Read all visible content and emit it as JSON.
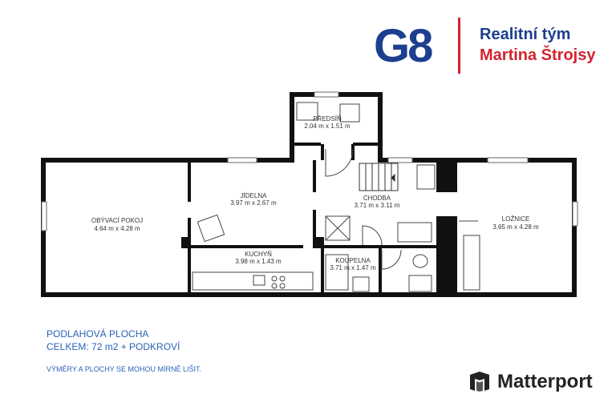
{
  "brand": {
    "logo_text": "G8",
    "team_line1": "Realitní tým",
    "team_line2": "Martina Štrojsy",
    "primary_color": "#1d3f8f",
    "accent_color": "#d3242f"
  },
  "rooms": [
    {
      "name": "PŘEDSÍŇ",
      "size": "2.04 m x 1.51 m"
    },
    {
      "name": "JÍDELNA",
      "size": "3.97 m x 2.67 m"
    },
    {
      "name": "CHODBA",
      "size": "3.71 m x 3.11 m"
    },
    {
      "name": "OBÝVACÍ POKOJ",
      "size": "4.64 m x 4.28 m"
    },
    {
      "name": "LOŽNICE",
      "size": "3.65 m x 4.28 m"
    },
    {
      "name": "KUCHYŇ",
      "size": "3.98 m x 1.43 m"
    },
    {
      "name": "KOUPELNA",
      "size": "3.71 m x 1.47 m"
    }
  ],
  "info": {
    "area_title": "PODLAHOVÁ PLOCHA",
    "area_total": "CELKEM: 72 m2 + PODKROVÍ",
    "disclaimer": "VÝMĚRY A PLOCHY SE MOHOU MÍRNĚ LIŠIT.",
    "text_color": "#2a62b8"
  },
  "matterport": {
    "name": "Matterport",
    "icon": "matterport-cube-icon"
  }
}
